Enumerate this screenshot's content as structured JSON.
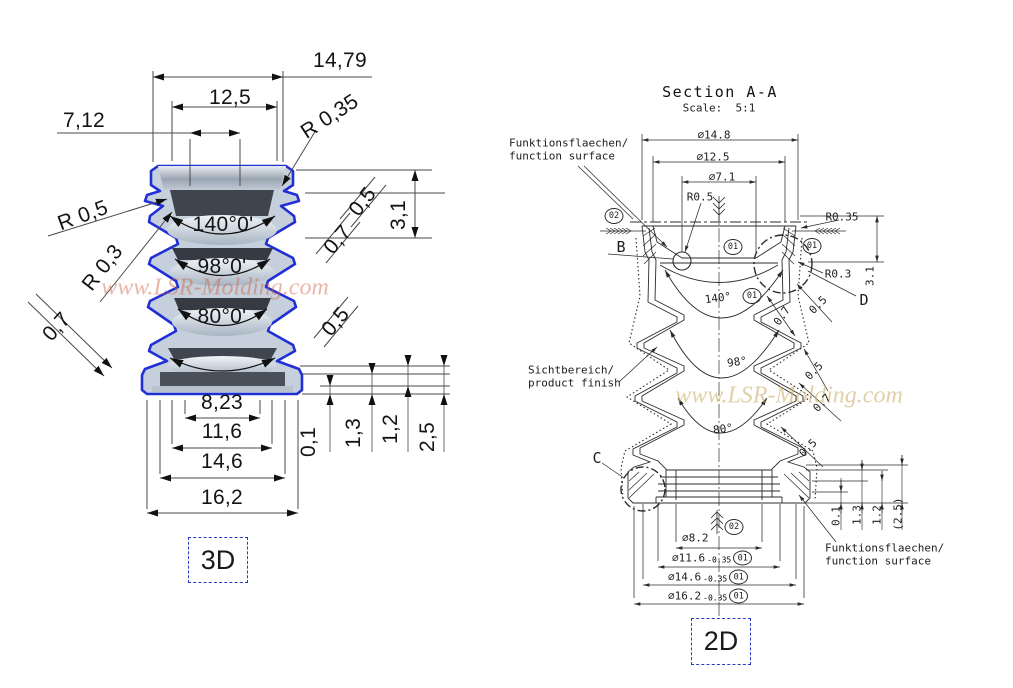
{
  "watermark": {
    "text": "www.LSR-Molding.com"
  },
  "view3d": {
    "tag": "3D",
    "dims": {
      "w14_79": "14,79",
      "w12_5": "12,5",
      "w7_12": "7,12",
      "r0_35": "R 0,35",
      "r0_5": "R 0,5",
      "r0_3": "R 0,3",
      "t0_7_left": "0,7",
      "t0_5_top": "0,5",
      "t0_7_right": "0,7",
      "t0_5_mid": "0,5",
      "h3_1": "3,1",
      "ang140": "140°0'",
      "ang98": "98°0'",
      "ang80": "80°0'",
      "w8_23": "8,23",
      "w11_6": "11,6",
      "w14_6": "14,6",
      "w16_2": "16,2",
      "h0_1": "0,1",
      "h1_3": "1,3",
      "h1_2": "1,2",
      "h2_5": "2,5"
    }
  },
  "view2d": {
    "tag": "2D",
    "title": "Section A-A",
    "scale_label": "Scale:  5:1",
    "notes": {
      "fn_top_1": "Funktionsflaechen/",
      "fn_top_2": "function surface",
      "sicht_1": "Sichtbereich/",
      "sicht_2": "product finish",
      "fn_bot_1": "Funktionsflaechen/",
      "fn_bot_2": "function surface"
    },
    "details": {
      "b": "B",
      "c": "C",
      "d": "D"
    },
    "balloons": {
      "n01": "01",
      "n02": "02"
    },
    "dims": {
      "dia14_8": "⌀14.8",
      "dia12_5": "⌀12.5",
      "dia7_1": "⌀7.1",
      "r0_5": "R0.5",
      "r0_35": "R0.35",
      "r0_3": "R0.3",
      "h3_1": "3.1",
      "ang140": "140°",
      "ang98": "98°",
      "ang80": "80°",
      "t0_7_a": "0.7",
      "t0_5_a": "0.5",
      "t0_5_b": "0.5",
      "t0_7_b": "0.7",
      "t0_5_c": "0.5",
      "h0_1": "0.1",
      "h1_3": "1.3",
      "h1_2": "1.2",
      "h2_5": "(2.5)",
      "dia8_2": "⌀8.2",
      "dia11_6": "⌀11.6",
      "dia14_6": "⌀14.6",
      "dia16_2": "⌀16.2",
      "tol": "-0.35"
    }
  },
  "colors": {
    "outline_blue": "#2130d6",
    "tag_border_blue": "#2737c8",
    "watermark_left": "rgba(205,95,60,0.45)",
    "watermark_right": "rgba(205,175,110,0.6)",
    "line_dark": "#2b2b2b"
  }
}
